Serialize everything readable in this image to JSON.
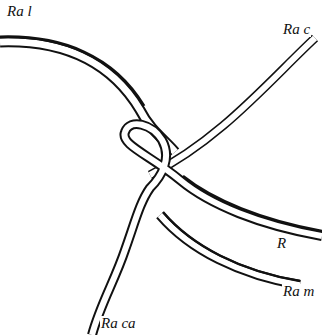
{
  "diagram": {
    "labels": [
      "Ra l",
      "Ra c",
      "R",
      "Ra m",
      "Ra ca"
    ]
  }
}
